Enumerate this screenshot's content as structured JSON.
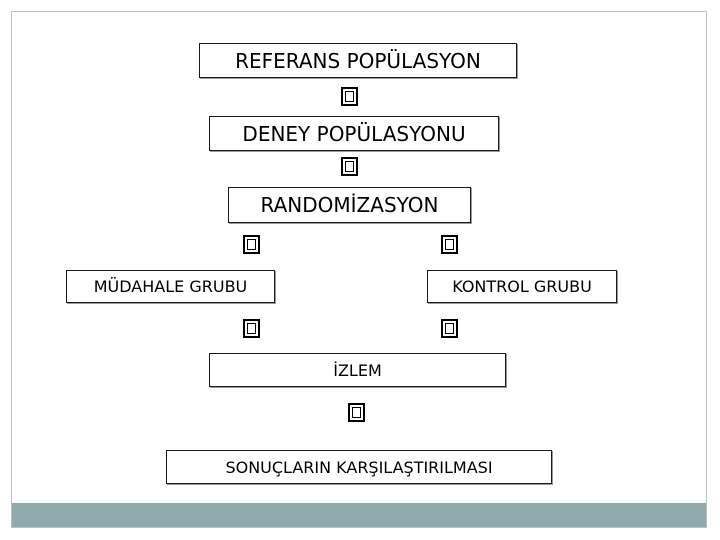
{
  "diagram": {
    "boxes": {
      "reference_population": "REFERANS POPÜLASYON",
      "experimental_population": "DENEY POPÜLASYONU",
      "randomization": "RANDOMİZASYON",
      "intervention_group": "MÜDAHALE GRUBU",
      "control_group": "KONTROL GRUBU",
      "follow_up": "İZLEM",
      "comparison_of_results": "SONUÇLARIN KARŞILAŞTIRILMASI"
    },
    "connector_icon": "missing-glyph-box-icon"
  },
  "colors": {
    "bottom_bar": "#8fa9ad",
    "frame_border": "#b9c3c3",
    "box_border": "#1a1a1a"
  }
}
